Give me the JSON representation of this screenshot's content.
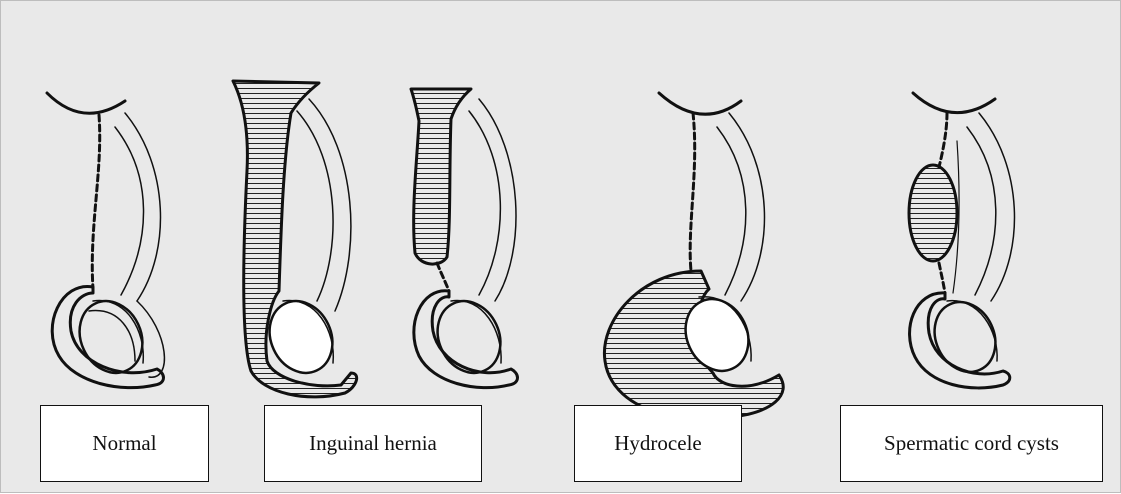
{
  "colors": {
    "background": "#e9e9e9",
    "ink": "#111111",
    "label_fill": "#ffffff"
  },
  "panels": [
    {
      "id": "normal",
      "label": "Normal"
    },
    {
      "id": "inguinal-hernia",
      "label": "Inguinal hernia"
    },
    {
      "id": "hydrocele",
      "label": "Hydrocele"
    },
    {
      "id": "spermatic-cord-cysts",
      "label": "Spermatic cord cysts"
    }
  ]
}
